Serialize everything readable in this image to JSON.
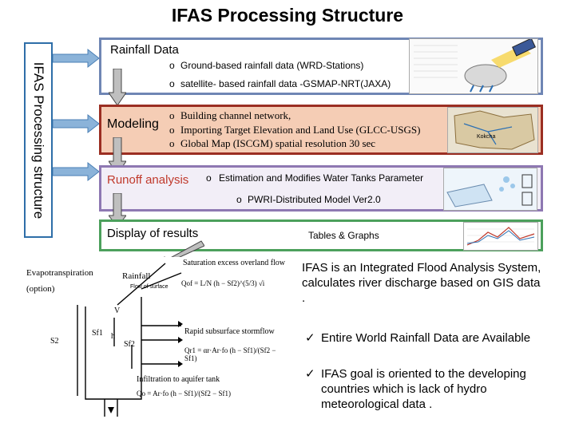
{
  "title": "IFAS Processing Structure",
  "sidebar": {
    "label": "IFAS Processing  structure"
  },
  "rainfall": {
    "heading": "Rainfall Data",
    "items": [
      "Ground-based rainfall data (WRD-Stations)",
      "satellite- based rainfall data -GSMAP-NRT(JAXA)"
    ]
  },
  "modeling": {
    "heading": "Modeling",
    "items": [
      "Building channel network,",
      "Importing Target  Elevation and Land Use (GLCC-USGS)",
      "Global Map (ISCGM) spatial resolution 30 sec"
    ],
    "map_label": "Kokcha"
  },
  "runoff": {
    "heading": "Runoff analysis",
    "items": [
      "Estimation and Modifies Water Tanks Parameter",
      "PWRI-Distributed Model Ver2.0"
    ]
  },
  "display": {
    "heading": "Display of results",
    "item": "Tables & Graphs"
  },
  "bullet_symbol": "o",
  "diagram": {
    "evapo": "Evapotranspiration",
    "option": "(option)",
    "rainfall": "Rainfall",
    "saturation": "Saturation excess overland flow",
    "flow_surface": "Flow of surface",
    "rapid": "Rapid subsurface stormflow",
    "infiltration": "Infiltration to aquifer tank",
    "s2": "S2",
    "sf1": "Sf1",
    "sf2": "Sf2",
    "h": "h",
    "v": "V",
    "eq_overland": "Qof = L/N (h − Sf2)^(5/3) √i",
    "eq_rapid": "Qr1 = αr·Ar·fo (h − Sf1)/(Sf2 − Sf1)",
    "eq_infil": "Qo = Ar·fo (h − Sf1)/(Sf2 − Sf1)"
  },
  "info": {
    "description": "IFAS is an Integrated Flood Analysis System, calculates river discharge based on GIS data .",
    "checks": [
      "Entire World Rainfall Data are Available",
      "IFAS goal is oriented to the developing countries which is lack of hydro meteorological data ."
    ],
    "check_symbol": "✓"
  },
  "colors": {
    "rain_border": "#6f86b4",
    "model_border": "#9b2e22",
    "model_fill": "#f5cdb5",
    "runoff_border": "#8e78b2",
    "runoff_text": "#c0392b",
    "display_border": "#4ca05c",
    "sidebar_border": "#2e6ea8"
  }
}
